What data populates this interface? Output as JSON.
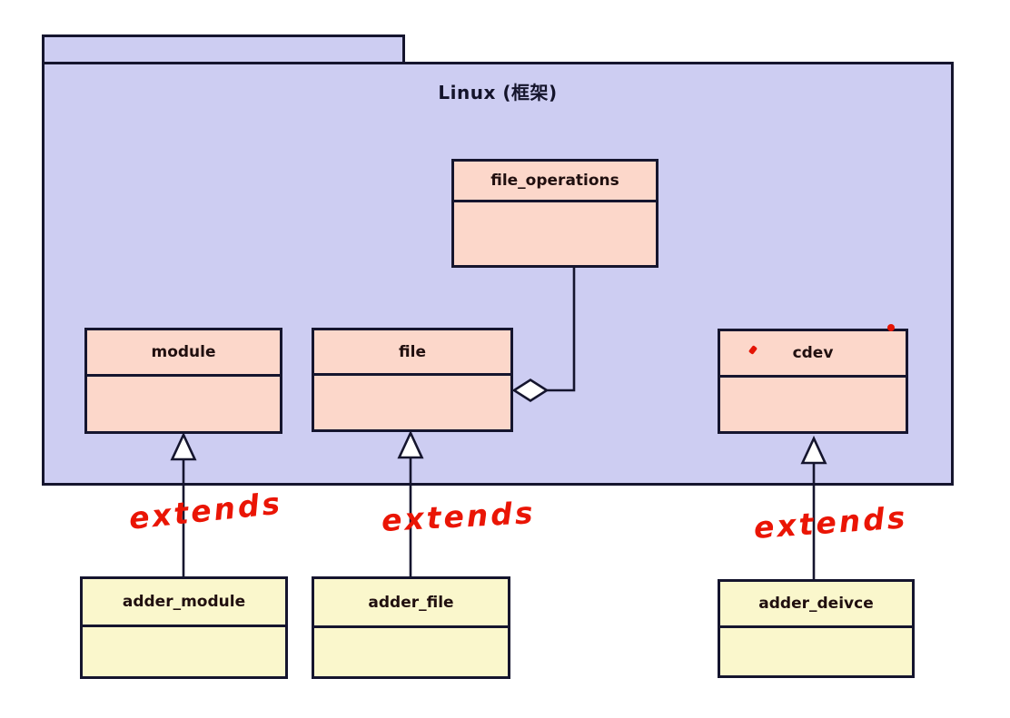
{
  "diagram": {
    "package": {
      "title": "Linux (框架)"
    },
    "classes": [
      {
        "id": "file_operations",
        "label": "file_operations",
        "fill": "#fcd7ca"
      },
      {
        "id": "module",
        "label": "module",
        "fill": "#fcd7ca"
      },
      {
        "id": "file",
        "label": "file",
        "fill": "#fcd7ca"
      },
      {
        "id": "cdev",
        "label": "cdev",
        "fill": "#fcd7ca"
      },
      {
        "id": "adder_module",
        "label": "adder_module",
        "fill": "#faf7cc"
      },
      {
        "id": "adder_file",
        "label": "adder_file",
        "fill": "#faf7cc"
      },
      {
        "id": "adder_deivce",
        "label": "adder_deivce",
        "fill": "#faf7cc"
      }
    ],
    "relations": [
      {
        "type": "aggregation",
        "from": "file",
        "to": "file_operations"
      },
      {
        "type": "inheritance",
        "from": "adder_module",
        "to": "module",
        "label": "extends"
      },
      {
        "type": "inheritance",
        "from": "adder_file",
        "to": "file",
        "label": "extends"
      },
      {
        "type": "inheritance",
        "from": "adder_deivce",
        "to": "cdev",
        "label": "extends"
      }
    ],
    "annotations": [
      {
        "text": "extends"
      },
      {
        "text": "extends"
      },
      {
        "text": "extends"
      }
    ],
    "colors": {
      "package_fill": "#cdcdf2",
      "class_fill": "#fcd7ca",
      "subclass_fill": "#faf7cc",
      "line": "#15152e",
      "annotation_red": "#ea1505",
      "background": "#ffffff"
    }
  }
}
